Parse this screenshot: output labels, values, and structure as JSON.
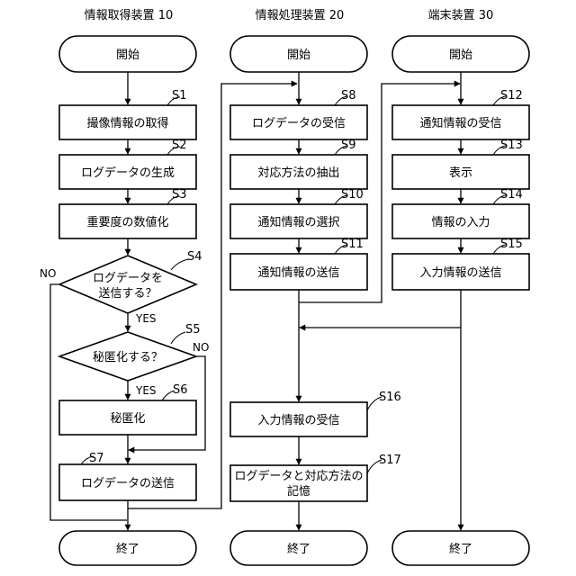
{
  "columns": {
    "info_acquisition": "情報取得装置 10",
    "info_processing": "情報処理装置 20",
    "terminal": "端末装置 30"
  },
  "start_label": "開始",
  "end_label": "終了",
  "col1": {
    "s1": {
      "id": "S1",
      "label": "撮像情報の取得"
    },
    "s2": {
      "id": "S2",
      "label": "ログデータの生成"
    },
    "s3": {
      "id": "S3",
      "label": "重要度の数値化"
    },
    "s4": {
      "id": "S4",
      "line1": "ログデータを",
      "line2": "送信する？"
    },
    "s5": {
      "id": "S5",
      "label": "秘匿化する？"
    },
    "s6": {
      "id": "S6",
      "label": "秘匿化"
    },
    "s7": {
      "id": "S7",
      "label": "ログデータの送信"
    }
  },
  "col2": {
    "s8": {
      "id": "S8",
      "label": "ログデータの受信"
    },
    "s9": {
      "id": "S9",
      "label": "対応方法の抽出"
    },
    "s10": {
      "id": "S10",
      "label": "通知情報の選択"
    },
    "s11": {
      "id": "S11",
      "label": "通知情報の送信"
    },
    "s16": {
      "id": "S16",
      "label": "入力情報の受信"
    },
    "s17": {
      "id": "S17",
      "line1": "ログデータと対応方法の",
      "line2": "記憶"
    }
  },
  "col3": {
    "s12": {
      "id": "S12",
      "label": "通知情報の受信"
    },
    "s13": {
      "id": "S13",
      "label": "表示"
    },
    "s14": {
      "id": "S14",
      "label": "情報の入力"
    },
    "s15": {
      "id": "S15",
      "label": "入力情報の送信"
    }
  },
  "branch": {
    "yes": "YES",
    "no": "NO"
  }
}
